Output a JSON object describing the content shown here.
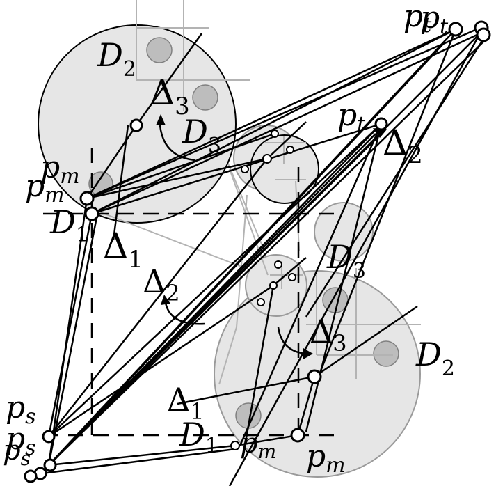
{
  "colors": {
    "ink": "#000000",
    "disk_fill": "#e6e6e6",
    "disk_stroke_light": "#9a9a9a",
    "small_disk_fill": "#bdbdbd",
    "grid_line": "#b3b3b3",
    "background": "#ffffff"
  },
  "labels": {
    "D1_top": {
      "main": "D",
      "sub": "1"
    },
    "D2_top": {
      "main": "D",
      "sub": "2"
    },
    "D3_top": {
      "main": "D",
      "sub": "3"
    },
    "Delta1_top": {
      "main": "Δ",
      "sub": "1"
    },
    "Delta2_mid": {
      "main": "Δ",
      "sub": "2"
    },
    "Delta3_top": {
      "main": "Δ",
      "sub": "3"
    },
    "Delta2_right": {
      "main": "Δ",
      "sub": "2"
    },
    "D1_bottom": {
      "main": "D",
      "sub": "1"
    },
    "D2_bottom": {
      "main": "D",
      "sub": "2"
    },
    "D3_mid": {
      "main": "D",
      "sub": "3"
    },
    "Delta1_bottom": {
      "main": "Δ",
      "sub": "1"
    },
    "Delta3_bottom": {
      "main": "Δ",
      "sub": "3"
    },
    "pm_top_a": {
      "main": "p",
      "sub": "m"
    },
    "pm_top_b": {
      "main": "p",
      "sub": "m"
    },
    "pm_bottom_a": {
      "main": "p",
      "sub": "m"
    },
    "pm_bottom_b": {
      "main": "p",
      "sub": "m"
    },
    "pt_right": {
      "main": "p",
      "sub": "t"
    },
    "pt_top_a": {
      "main": "p",
      "sub": "t"
    },
    "pt_top_b": {
      "main": "p",
      "sub": "t"
    },
    "ps_a": {
      "main": "p",
      "sub": "s"
    },
    "ps_b": {
      "main": "p",
      "sub": "s"
    },
    "ps_c": {
      "main": "p",
      "sub": "s"
    }
  }
}
